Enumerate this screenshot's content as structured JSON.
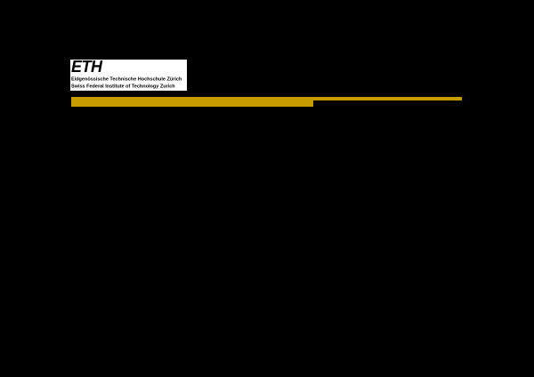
{
  "page": {
    "background": "#000000"
  },
  "logo": {
    "wordmark": "ETH",
    "line1": "Eidgenössische Technische Hochschule Zürich",
    "line2": "Swiss Federal Institute of Technology Zurich",
    "box_background": "#FFFFFF",
    "text_color": "#000000"
  },
  "accent": {
    "color": "#C79C00"
  }
}
